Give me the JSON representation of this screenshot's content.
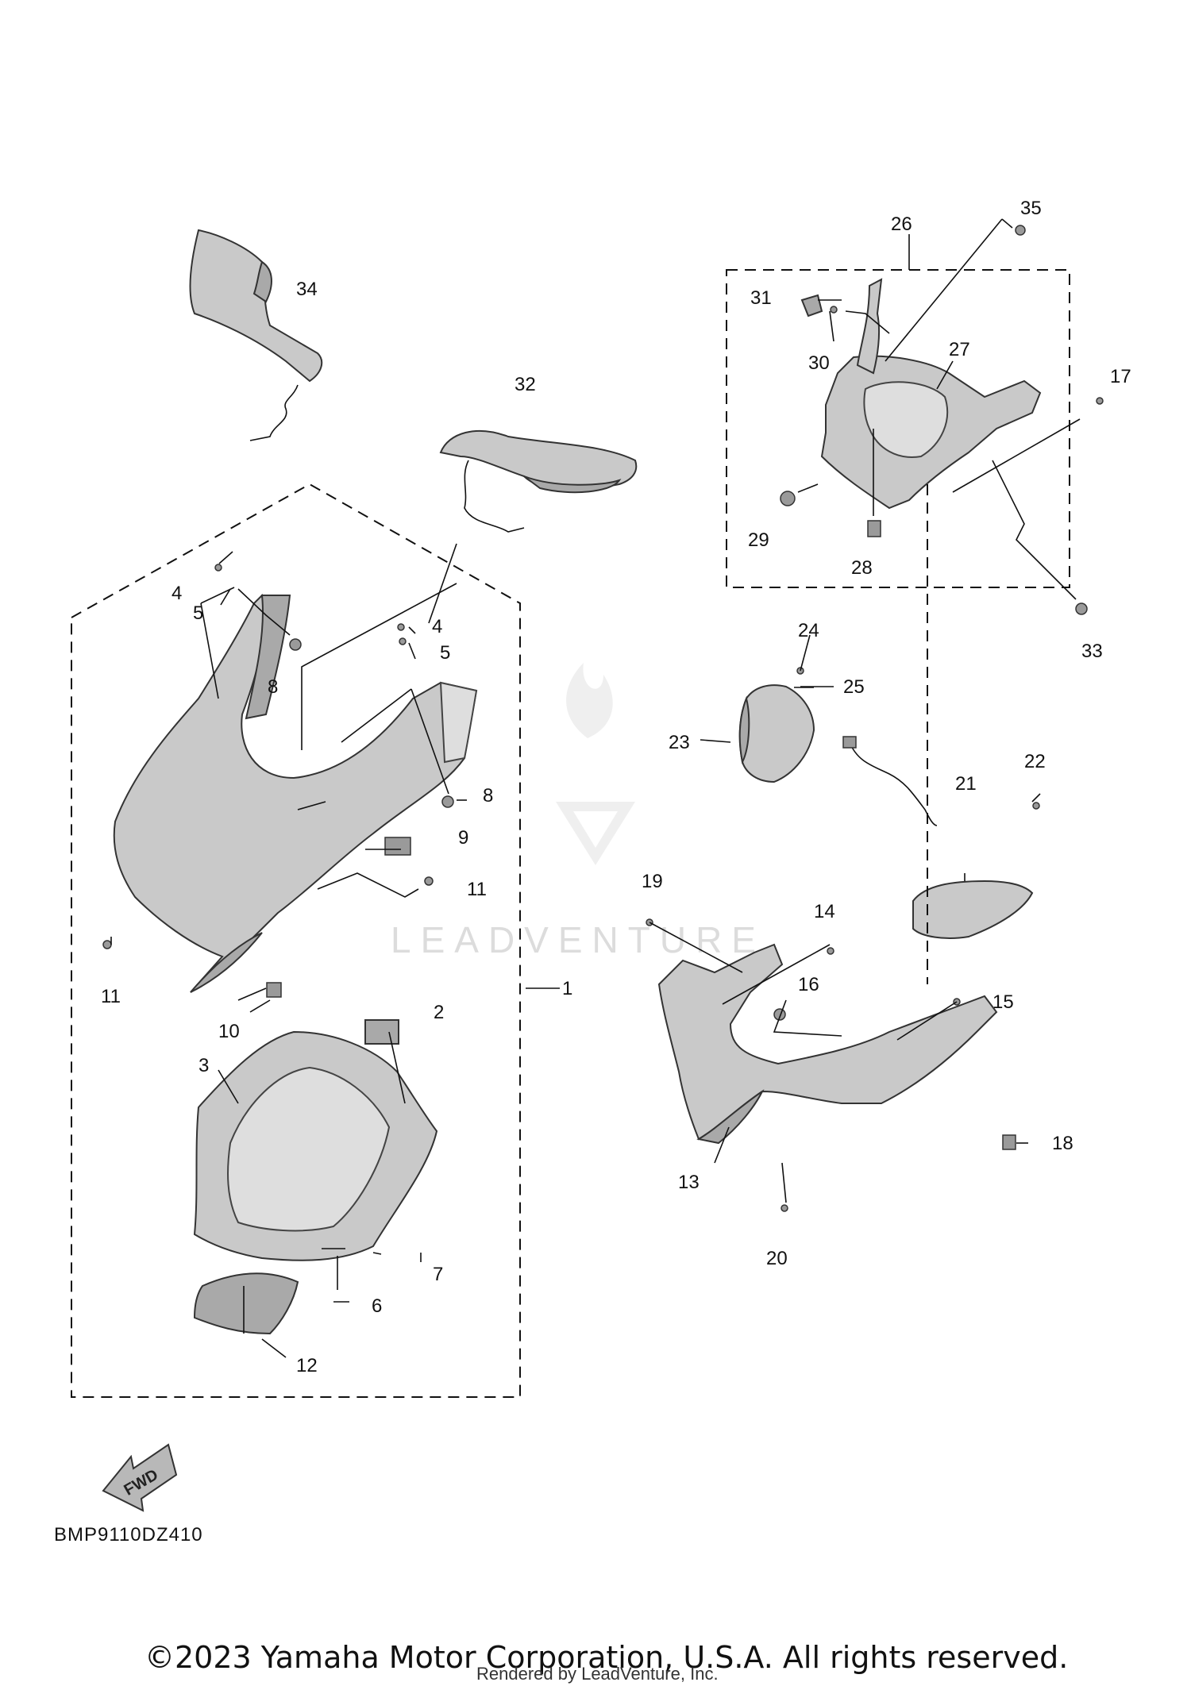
{
  "diagram": {
    "code": "BMP9110DZ410",
    "copyright": "©2023 Yamaha Motor Corporation, U.S.A. All rights reserved.",
    "rendered_by": "Rendered by LeadVenture, Inc.",
    "watermark": "LEADVENTURE",
    "fwd_label": "FWD",
    "callouts": {
      "c1": "1",
      "c2": "2",
      "c3": "3",
      "c4a": "4",
      "c4b": "4",
      "c5a": "5",
      "c5b": "5",
      "c6": "6",
      "c7": "7",
      "c8a": "8",
      "c8b": "8",
      "c9": "9",
      "c10": "10",
      "c11a": "11",
      "c11b": "11",
      "c12": "12",
      "c13": "13",
      "c14": "14",
      "c15": "15",
      "c16": "16",
      "c17": "17",
      "c18": "18",
      "c19": "19",
      "c20": "20",
      "c21": "21",
      "c22": "22",
      "c23": "23",
      "c24": "24",
      "c25": "25",
      "c26": "26",
      "c27": "27",
      "c28": "28",
      "c29": "29",
      "c30": "30",
      "c31": "31",
      "c32": "32",
      "c33": "33",
      "c34": "34",
      "c35": "35"
    }
  }
}
